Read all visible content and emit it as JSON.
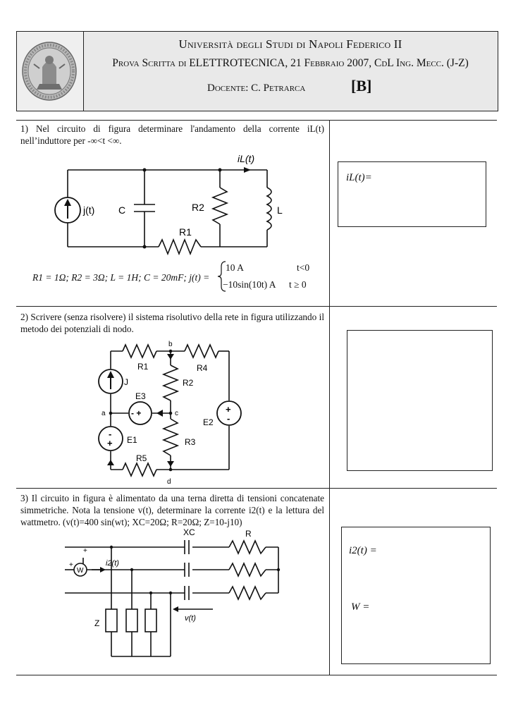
{
  "header": {
    "university": "Università degli Studi di Napoli Federico II",
    "exam": "Prova Scritta di ELETTROTECNICA, 21 Febbraio 2007, CdL Ing. Mecc. (J-Z)",
    "docente_label": "Docente:",
    "docente_name": "C. Petrarca",
    "version": "[B]"
  },
  "q1": {
    "text": "1) Nel circuito di figura determinare l'andamento della corrente iL(t) nell’induttore per -∞<t <∞.",
    "labels": {
      "current": "iL(t)",
      "source": "j(t)",
      "capacitor": "C",
      "r2": "R2",
      "r1": "R1",
      "inductor": "L"
    },
    "params": "R1 = 1Ω;  R2 = 3Ω;  L = 1H;  C = 20mF;  j(t) =",
    "case1_value": "10  A",
    "case1_cond": "t<0",
    "case2_value": "−10sin(10t)  A",
    "case2_cond": "t ≥ 0",
    "answer_label": "iL(t)="
  },
  "q2": {
    "text": "2) Scrivere (senza risolvere) il sistema risolutivo della rete in figura utilizzando il metodo dei potenziali di nodo.",
    "labels": {
      "node_b": "b",
      "node_a": "a",
      "node_c": "c",
      "node_d": "d",
      "r1": "R1",
      "r4": "R4",
      "r2": "R2",
      "r3": "R3",
      "r5": "R5",
      "j": "J",
      "e3": "E3",
      "e1": "E1",
      "e2": "E2"
    }
  },
  "q3": {
    "text": "3) Il circuito in figura è alimentato da una terna diretta di tensioni concatenate simmetriche. Nota la tensione v(t), determinare la corrente i2(t) e la lettura del wattmetro. (v(t)=400 sin(wt); XC=20Ω; R=20Ω; Z=10-j10)",
    "labels": {
      "xc": "XC",
      "r": "R",
      "i2": "i2(t)",
      "w": "W",
      "z": "Z",
      "v": "v(t)",
      "plus": "+"
    },
    "answer_i2": "i2(t) =",
    "answer_w": "W ="
  }
}
